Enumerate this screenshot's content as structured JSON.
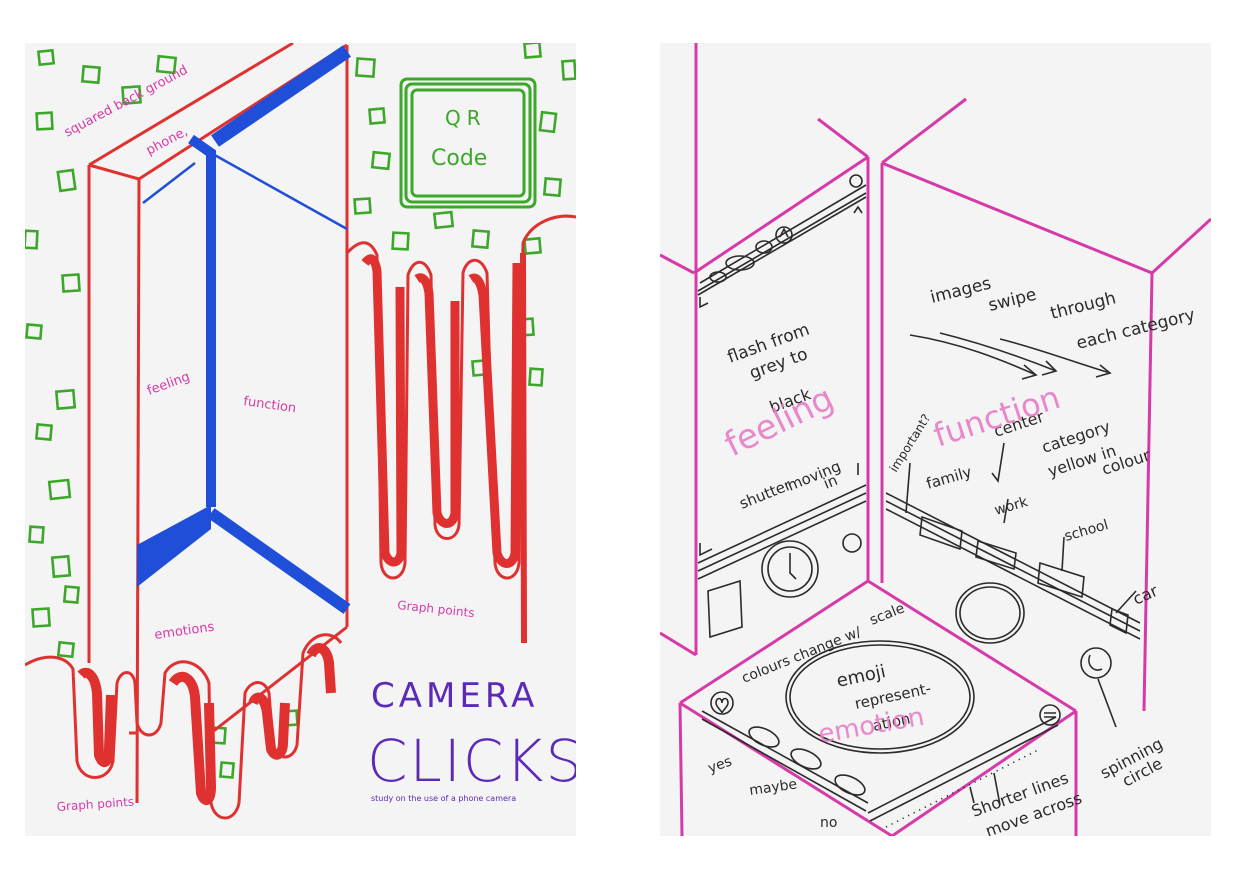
{
  "colors": {
    "red": "#e03131",
    "blue": "#1f4fd8",
    "green": "#3ca829",
    "magenta": "#d63aa8",
    "pink": "#e87bc8",
    "purple": "#5b2bb8",
    "pencil": "#2b2b2b",
    "paper": "#f4f4f4"
  },
  "left": {
    "squared_background": "squared back ground",
    "phone": "phone,",
    "qr_code_line1": "QR",
    "qr_code_line2": "Code",
    "feeling": "feeling",
    "function": "function",
    "emotions": "emotions",
    "graph_points_right": "Graph points",
    "graph_points_left": "Graph points",
    "title_line1": "CAMERA",
    "title_line2": "CLICKS",
    "subtitle": "study on the use of a phone camera"
  },
  "right": {
    "flash_line1": "flash from",
    "flash_line2": "grey to",
    "flash_line3": "black",
    "feeling": "feeling",
    "shutter_line1": "shutter",
    "shutter_line2": "moving",
    "shutter_line3": "in",
    "images_line1": "images",
    "images_swipe": "swipe",
    "images_through": "through",
    "images_each": "each category",
    "function": "function",
    "important": "important?",
    "center": "center",
    "category_line1": "category",
    "category_line2": "yellow in",
    "category_line3": "colour",
    "family": "family",
    "work": "work",
    "school": "school",
    "car": "car",
    "colours_change": "colours change w/",
    "scale": "scale",
    "emoji_line1": "emoji",
    "emoji_line2": "represent-",
    "emoji_line3": "ation",
    "emotion": "emotion",
    "yes": "yes",
    "maybe": "maybe",
    "no": "no",
    "shorter_line1": "Shorter lines",
    "shorter_line2": "move across",
    "spinning_line1": "spinning",
    "spinning_line2": "circle"
  }
}
